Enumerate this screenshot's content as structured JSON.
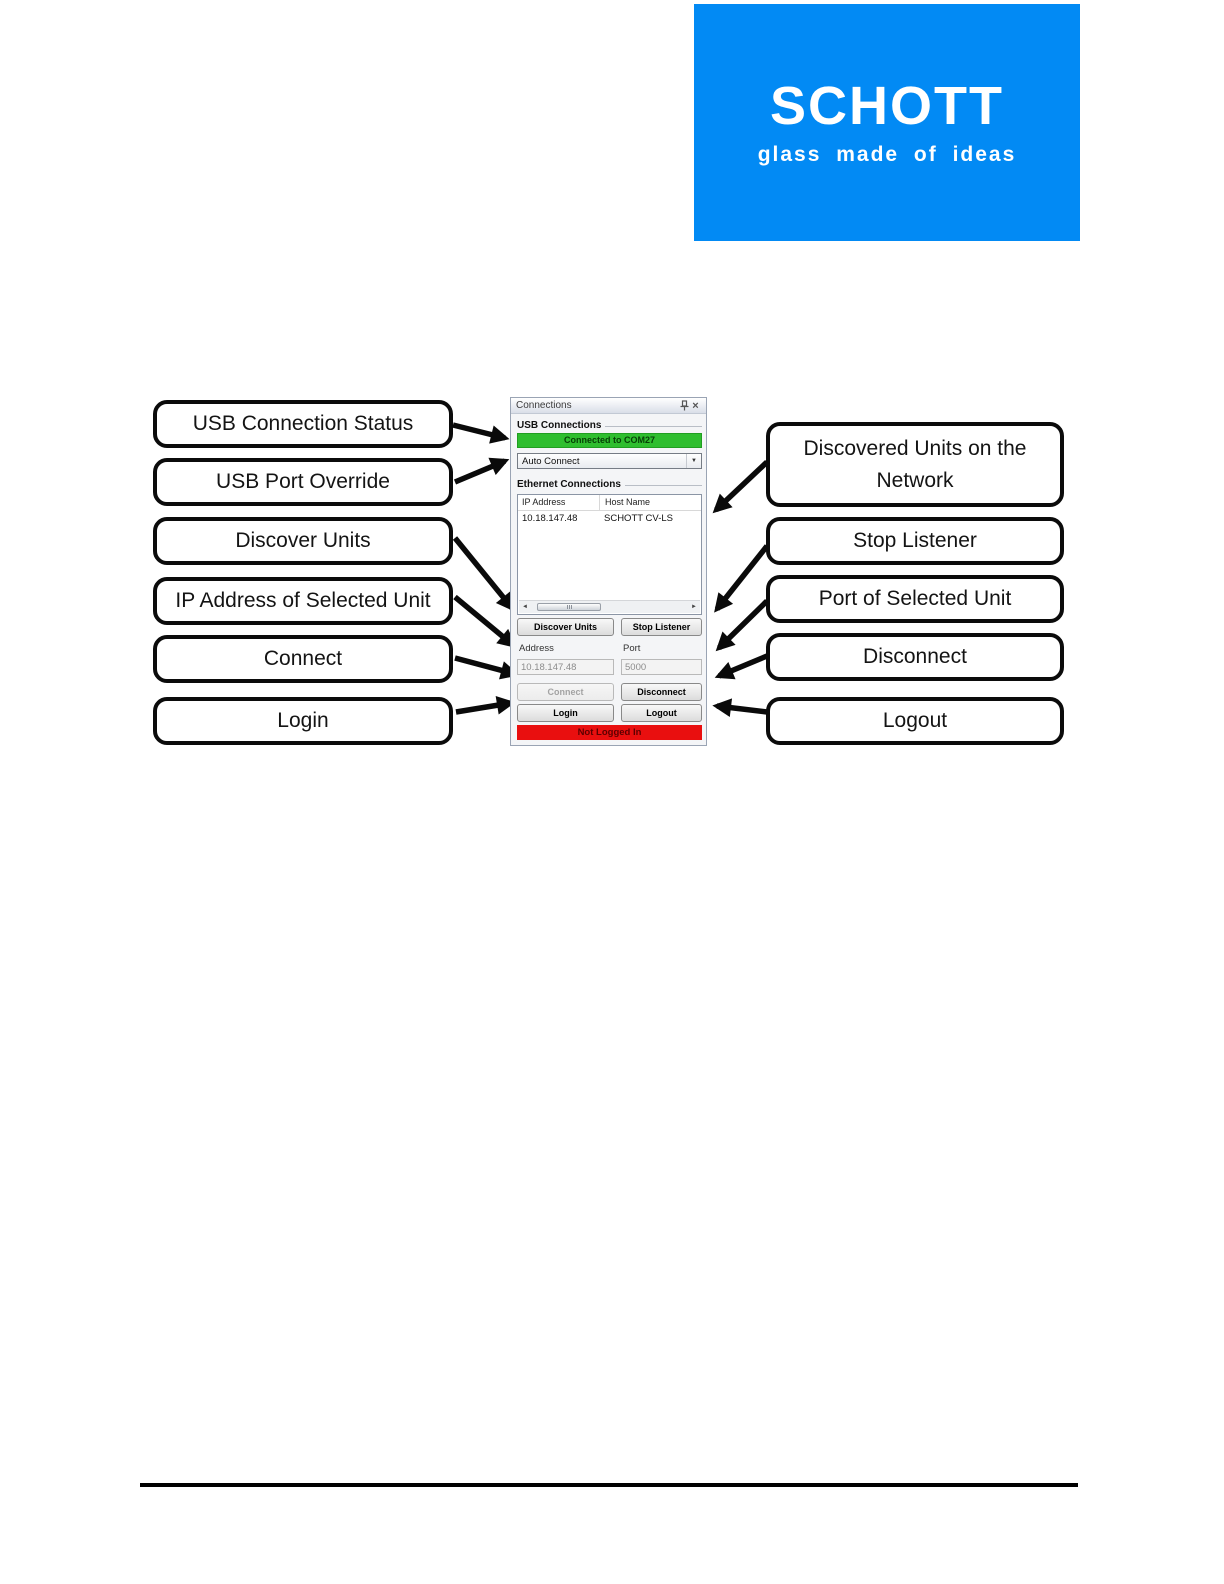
{
  "logo": {
    "brand": "SCHOTT",
    "tagline": "glass made of ideas",
    "bg_color": "#028af4"
  },
  "panel": {
    "title": "Connections",
    "usb_group": "USB Connections",
    "usb_status": "Connected to COM27",
    "usb_dropdown_value": "Auto Connect",
    "ethernet_group": "Ethernet Connections",
    "list": {
      "columns": [
        "IP Address",
        "Host Name"
      ],
      "rows": [
        [
          "10.18.147.48",
          "SCHOTT CV-LS"
        ]
      ]
    },
    "buttons": {
      "discover": "Discover Units",
      "stop_listener": "Stop Listener",
      "connect": "Connect",
      "disconnect": "Disconnect",
      "login": "Login",
      "logout": "Logout"
    },
    "address_label": "Address",
    "port_label": "Port",
    "address_value": "10.18.147.48",
    "port_value": "5000",
    "status_bar": "Not Logged In",
    "colors": {
      "connected_green": "#2fbe2f",
      "status_red": "#e90f0f"
    }
  },
  "icons": {
    "close": "×",
    "caret_down": "▼",
    "scroll_left": "◄",
    "scroll_right": "►"
  },
  "callouts": {
    "left": [
      {
        "label": "USB Connection Status"
      },
      {
        "label": "USB Port Override"
      },
      {
        "label": "Discover Units"
      },
      {
        "label": "IP Address of Selected Unit"
      },
      {
        "label": "Connect"
      },
      {
        "label": "Login"
      }
    ],
    "right": [
      {
        "label": "Discovered Units on the Network"
      },
      {
        "label": "Stop Listener"
      },
      {
        "label": "Port of Selected Unit"
      },
      {
        "label": "Disconnect"
      },
      {
        "label": "Logout"
      }
    ]
  }
}
